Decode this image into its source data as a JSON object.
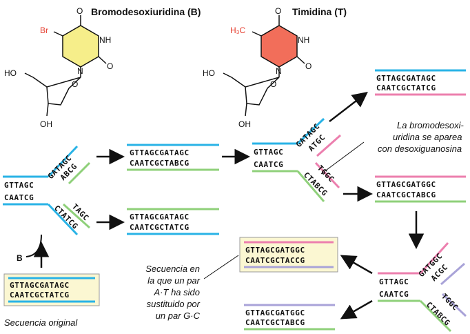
{
  "molecules": {
    "b_title": "Bromodesoxiuridina (B)",
    "t_title": "Timidina (T)",
    "br": "Br",
    "ch3": "H₃C",
    "o": "O",
    "nh": "NH",
    "n": "N",
    "ho": "HO",
    "oh": "OH"
  },
  "sequences": {
    "original_top": "GTTAGCGATAGC",
    "original_bottom": "CAATCGCTATCG",
    "split_left": "GTTAGC",
    "split_left_bottom": "CAATCG",
    "split_arm_a": "GATAGC",
    "split_arm_b": "ABCG",
    "split_arm_c": "TAGC",
    "split_arm_d": "CTATCG",
    "dup1_top": "GTTAGCGATAGC",
    "dup1_bottom": "CAATCGCTABCG",
    "dup2_top": "GTTAGCGATAGC",
    "dup2_bottom": "CAATCGCTATCG",
    "mid_arm_a": "GATAGC",
    "mid_arm_b": "ATGC",
    "mid_arm_c": "TGGC",
    "mid_arm_d": "CTABCG",
    "right1_top": "GTTAGCGATAGC",
    "right1_bottom": "CAATCGCTATCG",
    "right2_top": "GTTAGCGATGGC",
    "right2_bottom": "CAATCGCTABCG",
    "br_arm_a": "GATGGC",
    "br_arm_b": "ACGC",
    "br_arm_c": "TGGC",
    "br_arm_d": "CTABCG",
    "final1_top": "GTTAGCGATGGC",
    "final1_bottom": "CAATCGCTACCG",
    "final2_top": "GTTAGCGATGGC",
    "final2_bottom": "CAATCGCTABCG"
  },
  "labels": {
    "b_marker": "B",
    "original": "Secuencia original",
    "pairing": [
      "La bromodesoxi-",
      "uridina se aparea",
      "con desoxiguanosina"
    ],
    "substituted": [
      "Secuencia en",
      "la que un par",
      "A·T ha sido",
      "sustituido por",
      "un par G·C"
    ]
  },
  "colors": {
    "blue": "#29b3e6",
    "green": "#8fd07a",
    "pink": "#ec7fae",
    "purple": "#a9a3d8",
    "yellow_ring": "#f6ee8a",
    "red_ring": "#f26e5a",
    "box_fill": "#fbf7d2"
  }
}
